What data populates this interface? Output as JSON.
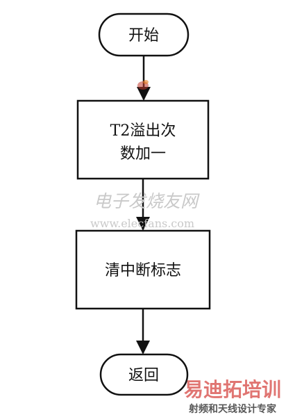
{
  "flowchart": {
    "start_label": "开始",
    "step1_line1": "T2溢出次",
    "step1_line2": "数加一",
    "step2_label": "清中断标志",
    "end_label": "返回"
  },
  "watermarks": {
    "site_cn": "电子发烧友网",
    "site_url": "www.elecfans.com",
    "brand_title": "易迪拓培训",
    "brand_subtitle": "射频和天线设计专家"
  },
  "colors": {
    "line": "#111111",
    "watermark_gray": "#c9c9c9",
    "brand_red": "#d9534f",
    "brand_dark": "#3a3a3a"
  }
}
